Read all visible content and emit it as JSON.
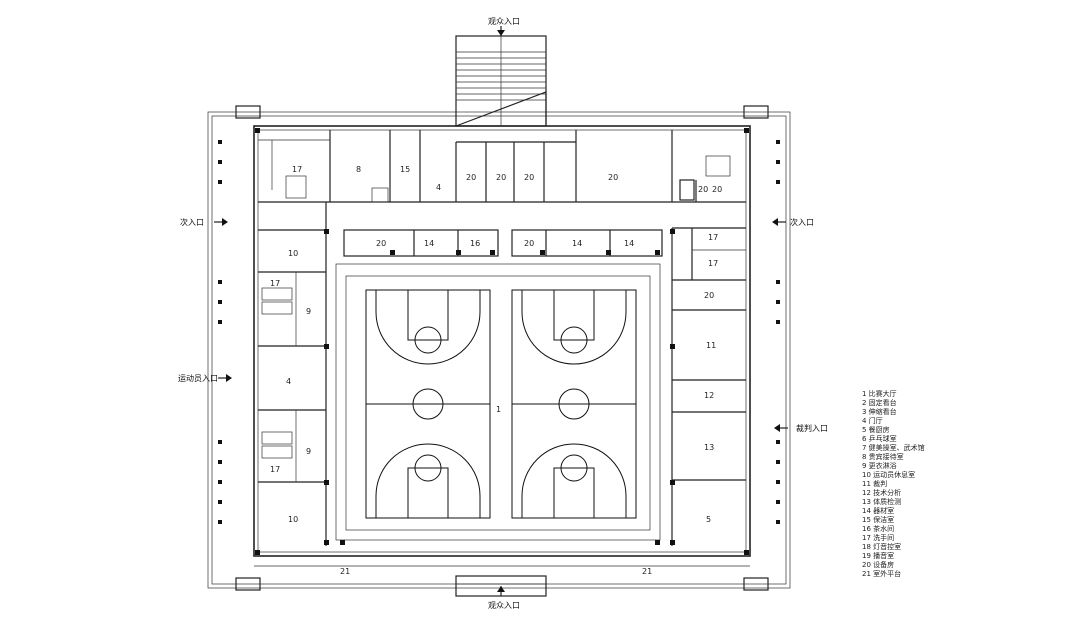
{
  "entrances": {
    "spectator_top": "观众入口",
    "spectator_bottom": "观众入口",
    "secondary_left": "次入口",
    "secondary_right": "次入口",
    "athlete": "运动员入口",
    "referee": "裁判入口"
  },
  "room_numbers": {
    "r20_a": "20",
    "r20_b": "20",
    "r20_c": "20",
    "r20_d": "20",
    "r20_e": "20",
    "r20_f": "20",
    "r20_g": "20",
    "r20_h": "20",
    "r20_i": "20",
    "r8": "8",
    "r15": "15",
    "r4_top": "4",
    "r17_top": "17",
    "r14_a": "14",
    "r14_b": "14",
    "r14_c": "14",
    "r16": "16",
    "r17_r1": "17",
    "r17_r2": "17",
    "r10_top": "10",
    "r10_bottom": "10",
    "r9_top": "9",
    "r9_bottom": "9",
    "r4_left": "4",
    "r17_l1": "17",
    "r17_l2": "17",
    "r11": "11",
    "r12": "12",
    "r13": "13",
    "r5": "5",
    "r1": "1",
    "r21_left": "21",
    "r21_right": "21"
  },
  "legend": [
    "1  比赛大厅",
    "2  固定看台",
    "3  伸缩看台",
    "4  门厅",
    "5  餐厨房",
    "6  乒乓球室",
    "7  健美操室、武术馆",
    "8  贵宾接待室",
    "9  更衣淋浴",
    "10  运动员休息室",
    "11  裁判",
    "12  技术分析",
    "13  体质检测",
    "14  器材室",
    "15  保洁室",
    "16  茶水间",
    "17  洗手间",
    "18  灯音控室",
    "19  播音室",
    "20  设备房",
    "21  室外平台"
  ]
}
